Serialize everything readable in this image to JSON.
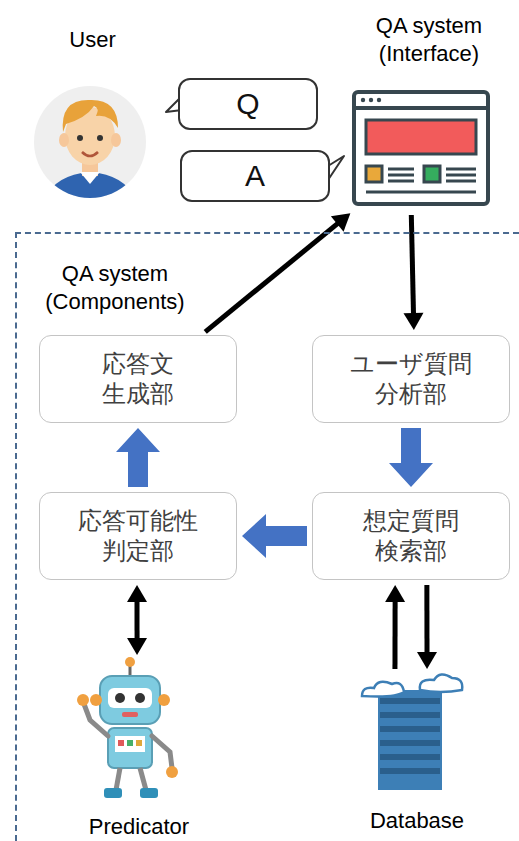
{
  "diagram": {
    "nodes": [
      {
        "text": [
          "User"
        ]
      },
      {
        "text": [
          "QA system (Interface)"
        ]
      },
      {
        "text": [
          "Q"
        ]
      },
      {
        "text": [
          "A"
        ]
      },
      {
        "text": [
          "QA system (Components)"
        ]
      },
      {
        "text": [
          "応答文 生成部"
        ],
        "in": 4
      },
      {
        "text": [
          "ユーザ質問 分析部"
        ],
        "in": 4
      },
      {
        "text": [
          "応答可能性 判定部"
        ],
        "in": 4
      },
      {
        "text": [
          "想定質問 検索部"
        ],
        "in": 4
      },
      {
        "text": [
          "Predicator"
        ],
        "in": 4
      },
      {
        "text": [
          "Database"
        ],
        "in": 4
      }
    ],
    "edges": [
      {
        "from": 5,
        "to": 1,
        "arrow": "to"
      },
      {
        "from": 1,
        "to": 6,
        "arrow": "to"
      },
      {
        "from": 6,
        "to": 8,
        "arrow": "to"
      },
      {
        "from": 8,
        "to": 7,
        "arrow": "to"
      },
      {
        "from": 7,
        "to": 5,
        "arrow": "to"
      },
      {
        "from": 7,
        "to": 9,
        "arrow": "both"
      },
      {
        "from": 10,
        "to": 8,
        "arrow": "to"
      },
      {
        "from": 8,
        "to": 10,
        "arrow": "to"
      }
    ]
  }
}
